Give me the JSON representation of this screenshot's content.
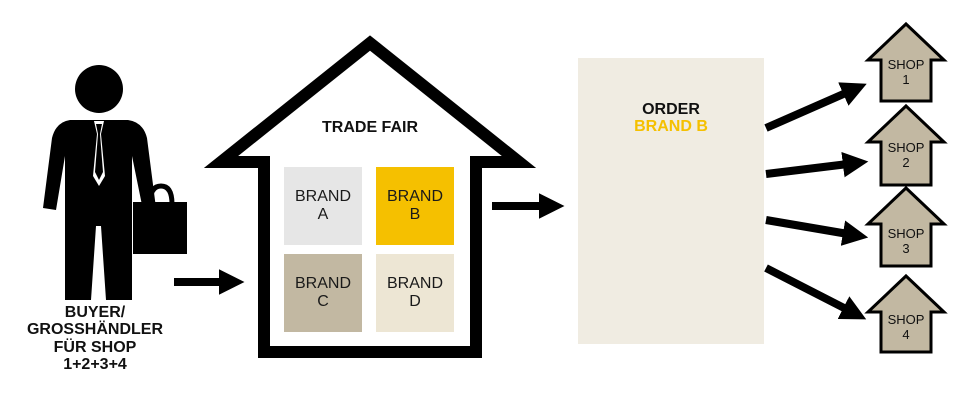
{
  "buyer": {
    "label_lines": [
      "BUYER/",
      "GROSSHÄNDLER",
      "FÜR SHOP",
      "1+2+3+4"
    ]
  },
  "trade_fair": {
    "title": "TRADE FAIR",
    "brands": [
      {
        "line1": "BRAND",
        "line2": "A",
        "color": "#e6e6e6"
      },
      {
        "line1": "BRAND",
        "line2": "B",
        "color": "#f5c000"
      },
      {
        "line1": "BRAND",
        "line2": "C",
        "color": "#c2b8a2"
      },
      {
        "line1": "BRAND",
        "line2": "D",
        "color": "#ede6d4"
      }
    ]
  },
  "order": {
    "title": "ORDER",
    "brand": "BRAND B",
    "highlight_color": "#f5c000"
  },
  "shops": [
    {
      "line1": "SHOP",
      "line2": "1"
    },
    {
      "line1": "SHOP",
      "line2": "2"
    },
    {
      "line1": "SHOP",
      "line2": "3"
    },
    {
      "line1": "SHOP",
      "line2": "4"
    }
  ],
  "colors": {
    "ink": "#000000",
    "document": "#f0ece2",
    "shop_fill": "#c2b8a2"
  }
}
